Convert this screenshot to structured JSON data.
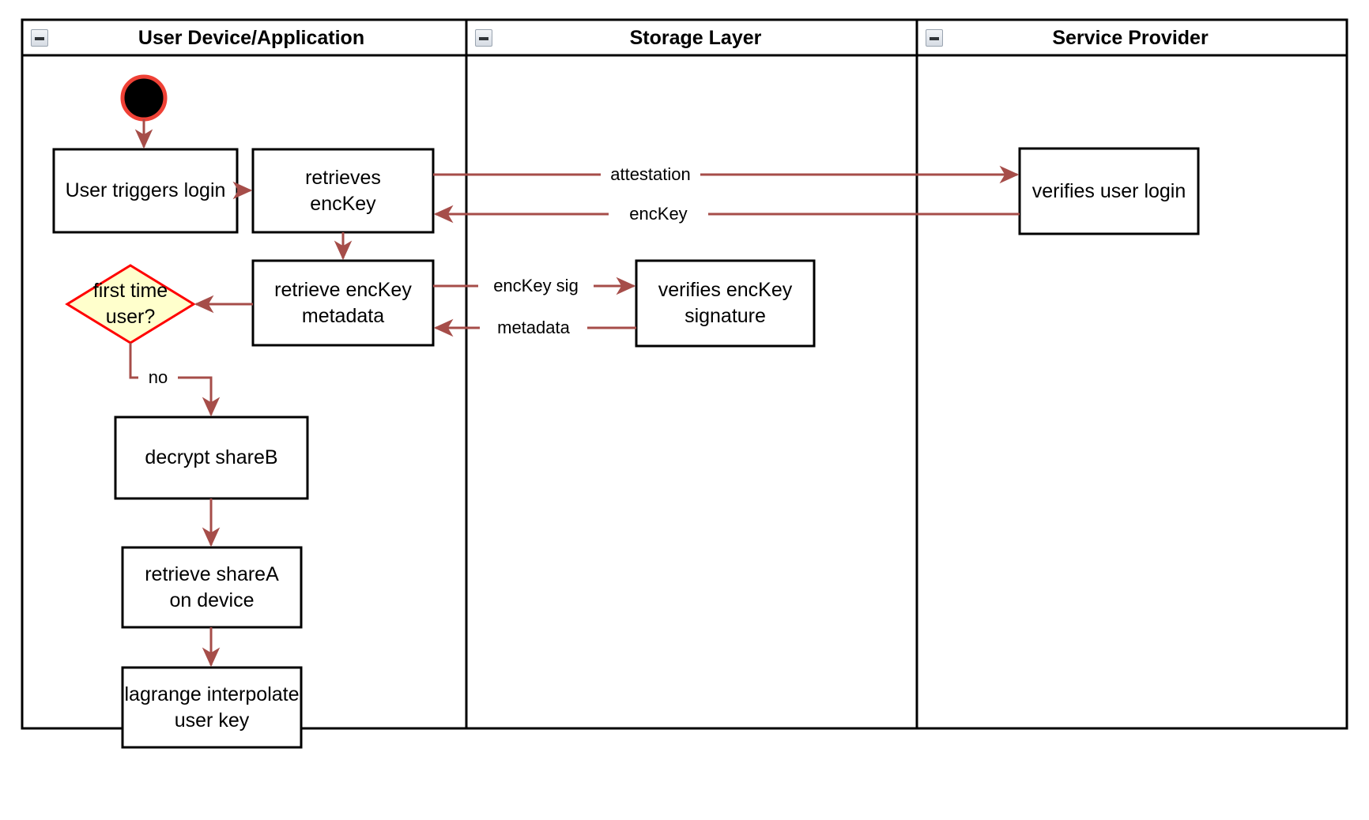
{
  "diagram": {
    "type": "swimlane-activity-diagram",
    "background": "#ffffff",
    "arrow_color": "#a64d49",
    "node_border_color": "#000000",
    "decision_fill": "#ffffcc",
    "decision_border": "#ff0000",
    "start_node_fill": "#000000",
    "start_node_border": "#ff0000"
  },
  "lanes": [
    {
      "id": "lane-user-device",
      "title": "User Device/Application",
      "collapse_icon": "collapse-minus-icon"
    },
    {
      "id": "lane-storage",
      "title": "Storage Layer",
      "collapse_icon": "collapse-minus-icon"
    },
    {
      "id": "lane-service-provider",
      "title": "Service Provider",
      "collapse_icon": "collapse-minus-icon"
    }
  ],
  "nodes": [
    {
      "id": "start",
      "label": "",
      "shape": "start-circle",
      "lane": "lane-user-device"
    },
    {
      "id": "user-triggers-login",
      "label": "User triggers login",
      "shape": "process",
      "lane": "lane-user-device"
    },
    {
      "id": "retrieves-enckey",
      "label": "retrieves\nencKey",
      "line1": "retrieves",
      "line2": "encKey",
      "shape": "process",
      "lane": "lane-user-device"
    },
    {
      "id": "retrieve-enckey-metadata",
      "label": "retrieve encKey\nmetadata",
      "line1": "retrieve encKey",
      "line2": "metadata",
      "shape": "process",
      "lane": "lane-user-device"
    },
    {
      "id": "first-time-user",
      "label": "first time\nuser?",
      "line1": "first time",
      "line2": "user?",
      "shape": "decision",
      "lane": "lane-user-device"
    },
    {
      "id": "decrypt-shareb",
      "label": "decrypt shareB",
      "shape": "process",
      "lane": "lane-user-device"
    },
    {
      "id": "retrieve-sharea-on-device",
      "label": "retrieve shareA\non device",
      "line1": "retrieve shareA",
      "line2": "on device",
      "shape": "process",
      "lane": "lane-user-device"
    },
    {
      "id": "lagrange-interpolate-user-key",
      "label": "lagrange interpolate\nuser key",
      "line1": "lagrange interpolate",
      "line2": "user key",
      "shape": "process",
      "lane": "lane-user-device"
    },
    {
      "id": "verifies-enckey-signature",
      "label": "verifies encKey\nsignature",
      "line1": "verifies encKey",
      "line2": "signature",
      "shape": "process",
      "lane": "lane-storage"
    },
    {
      "id": "verifies-user-login",
      "label": "verifies user login",
      "shape": "process",
      "lane": "lane-service-provider"
    }
  ],
  "edges": [
    {
      "id": "e-start-login",
      "from": "start",
      "to": "user-triggers-login",
      "label": ""
    },
    {
      "id": "e-login-retrieves",
      "from": "user-triggers-login",
      "to": "retrieves-enckey",
      "label": ""
    },
    {
      "id": "e-attestation",
      "from": "retrieves-enckey",
      "to": "verifies-user-login",
      "label": "attestation"
    },
    {
      "id": "e-enckey-back",
      "from": "verifies-user-login",
      "to": "retrieves-enckey",
      "label": "encKey"
    },
    {
      "id": "e-retrieves-metadata",
      "from": "retrieves-enckey",
      "to": "retrieve-enckey-metadata",
      "label": ""
    },
    {
      "id": "e-enckey-sig",
      "from": "retrieve-enckey-metadata",
      "to": "verifies-enckey-signature",
      "label": "encKey sig"
    },
    {
      "id": "e-metadata-back",
      "from": "verifies-enckey-signature",
      "to": "retrieve-enckey-metadata",
      "label": "metadata"
    },
    {
      "id": "e-metadata-decision",
      "from": "retrieve-enckey-metadata",
      "to": "first-time-user",
      "label": ""
    },
    {
      "id": "e-no",
      "from": "first-time-user",
      "to": "decrypt-shareb",
      "label": "no"
    },
    {
      "id": "e-shareb-sharea",
      "from": "decrypt-shareb",
      "to": "retrieve-sharea-on-device",
      "label": ""
    },
    {
      "id": "e-sharea-lagrange",
      "from": "retrieve-sharea-on-device",
      "to": "lagrange-interpolate-user-key",
      "label": ""
    }
  ]
}
